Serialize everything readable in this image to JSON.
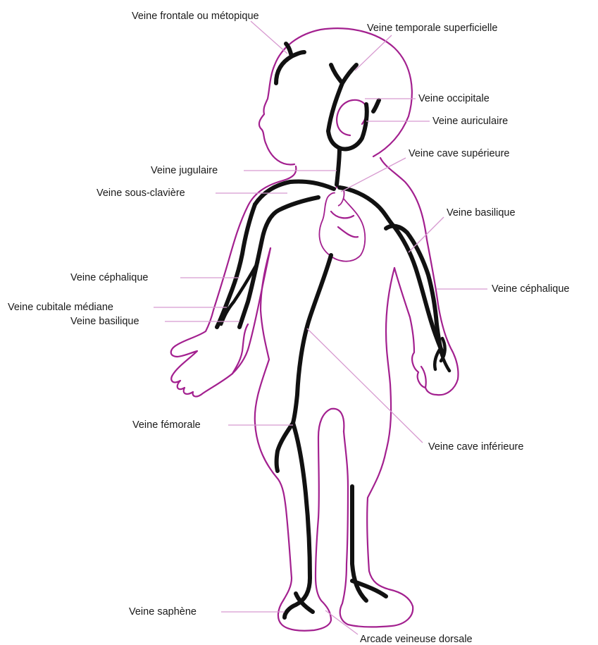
{
  "colors": {
    "body_outline": "#a3208f",
    "veins": "#111111",
    "leader_lines": "#d79ad0",
    "text": "#1a1a1a"
  },
  "labels": {
    "frontale": "Veine frontale ou métopique",
    "temporale": "Veine temporale superficielle",
    "occipitale": "Veine occipitale",
    "auriculaire": "Veine auriculaire",
    "cave_sup": "Veine cave supérieure",
    "jugulaire": "Veine jugulaire",
    "sous_claviere": "Veine sous-clavière",
    "basilique_right": "Veine basilique",
    "cephalique_left": "Veine céphalique",
    "cephalique_right": "Veine céphalique",
    "cubitale": "Veine cubitale médiane",
    "basilique_left": "Veine basilique",
    "femorale": "Veine fémorale",
    "cave_inf": "Veine cave inférieure",
    "saphene": "Veine saphène",
    "arcade": "Arcade veineuse dorsale"
  }
}
